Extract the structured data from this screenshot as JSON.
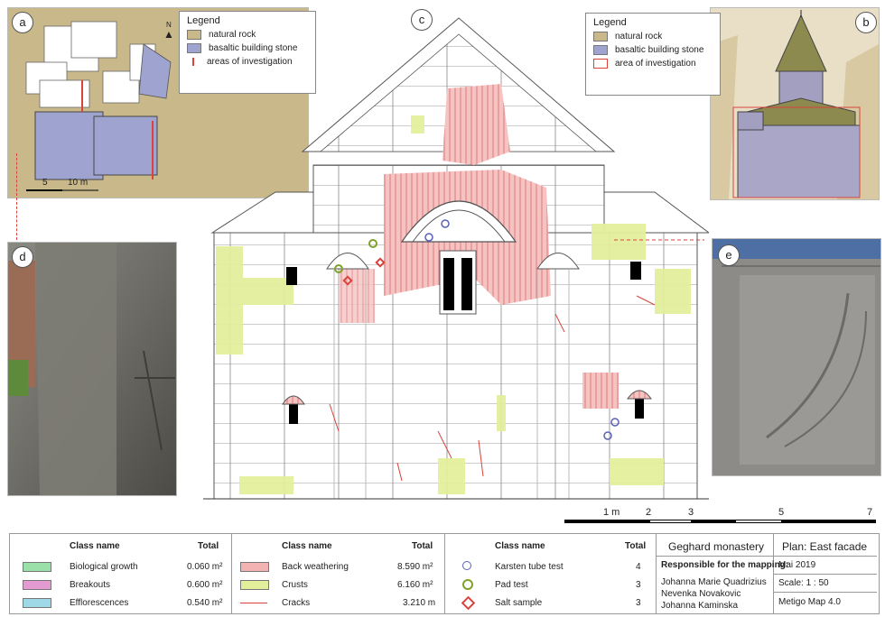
{
  "panels": {
    "a": {
      "badge": "a",
      "north": "N",
      "scale_left": "5",
      "scale_right": "10 m"
    },
    "b": {
      "badge": "b"
    },
    "c": {
      "badge": "c"
    },
    "d": {
      "badge": "d"
    },
    "e": {
      "badge": "e"
    }
  },
  "legend_a": {
    "title": "Legend",
    "items": [
      {
        "label": "natural rock",
        "color": "#c9b88a"
      },
      {
        "label": "basaltic building stone",
        "color": "#9fa3cf"
      },
      {
        "label": "areas of investigation",
        "color": "#d9433b"
      }
    ]
  },
  "legend_b": {
    "title": "Legend",
    "items": [
      {
        "label": "natural rock",
        "color": "#c9b88a"
      },
      {
        "label": "basaltic building stone",
        "color": "#9fa3cf"
      },
      {
        "label": "area of investigation",
        "color": "#d9433b"
      }
    ]
  },
  "scale_bar": {
    "labels": [
      "1 m",
      "2",
      "3",
      "5",
      "7"
    ]
  },
  "table": {
    "header_class": "Class name",
    "header_total": "Total",
    "group1": [
      {
        "name": "Biological growth",
        "total": "0.060 m²",
        "color": "#9be0a8"
      },
      {
        "name": "Breakouts",
        "total": "0.600 m²",
        "color": "#e39ad1"
      },
      {
        "name": "Efflorescences",
        "total": "0.540 m²",
        "color": "#9fd8e6"
      }
    ],
    "group2": [
      {
        "name": "Back weathering",
        "total": "8.590 m²",
        "color": "#f3b3b3"
      },
      {
        "name": "Crusts",
        "total": "6.160 m²",
        "color": "#e4ef9c"
      },
      {
        "name": "Cracks",
        "total": "3.210 m",
        "color": "#d9433b"
      }
    ],
    "group3": [
      {
        "name": "Karsten tube test",
        "total": "4",
        "color": "#5a5fb8"
      },
      {
        "name": "Pad test",
        "total": "3",
        "color": "#7fa02a"
      },
      {
        "name": "Salt sample",
        "total": "3",
        "color": "#d9433b"
      }
    ]
  },
  "info": {
    "site": "Geghard monastery",
    "plan": "Plan: East facade",
    "responsible_label": "Responsible for the mapping:",
    "date": "Mai 2019",
    "scale": "Scale: 1 : 50",
    "people": [
      "Johanna Marie Quadrizius",
      "Nevenka Novakovic",
      "Johanna Kaminska"
    ],
    "software": "Metigo Map 4.0"
  },
  "colors": {
    "rock": "#c9b88a",
    "basalt": "#9fa3cf",
    "weather": "#f3b3b3",
    "crust": "#e4ef9c",
    "crack": "#d9433b"
  }
}
